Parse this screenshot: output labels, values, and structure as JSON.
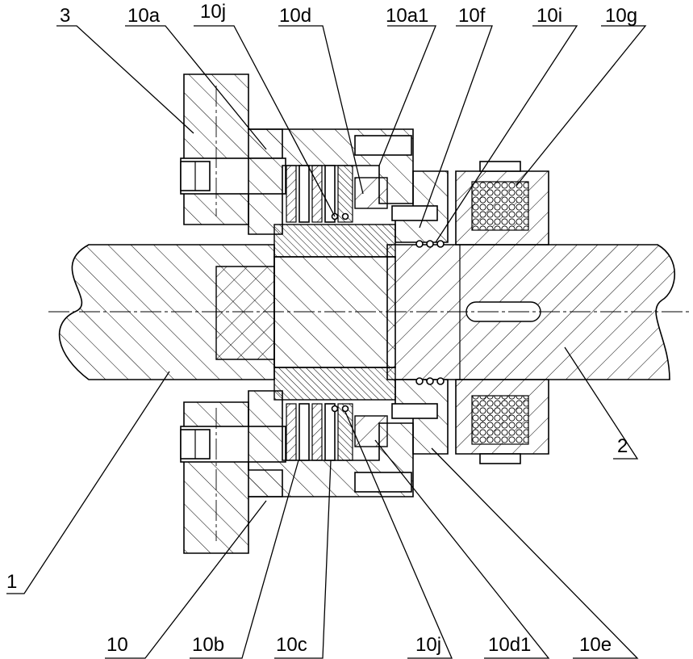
{
  "drawing": {
    "labels_top": [
      "3",
      "10a",
      "10j",
      "10d",
      "10a1",
      "10f",
      "10i",
      "10g"
    ],
    "labels_bottom": [
      "10",
      "10b",
      "10c",
      "10j",
      "10d1",
      "10e"
    ],
    "label_left": "1",
    "label_right": "2"
  }
}
